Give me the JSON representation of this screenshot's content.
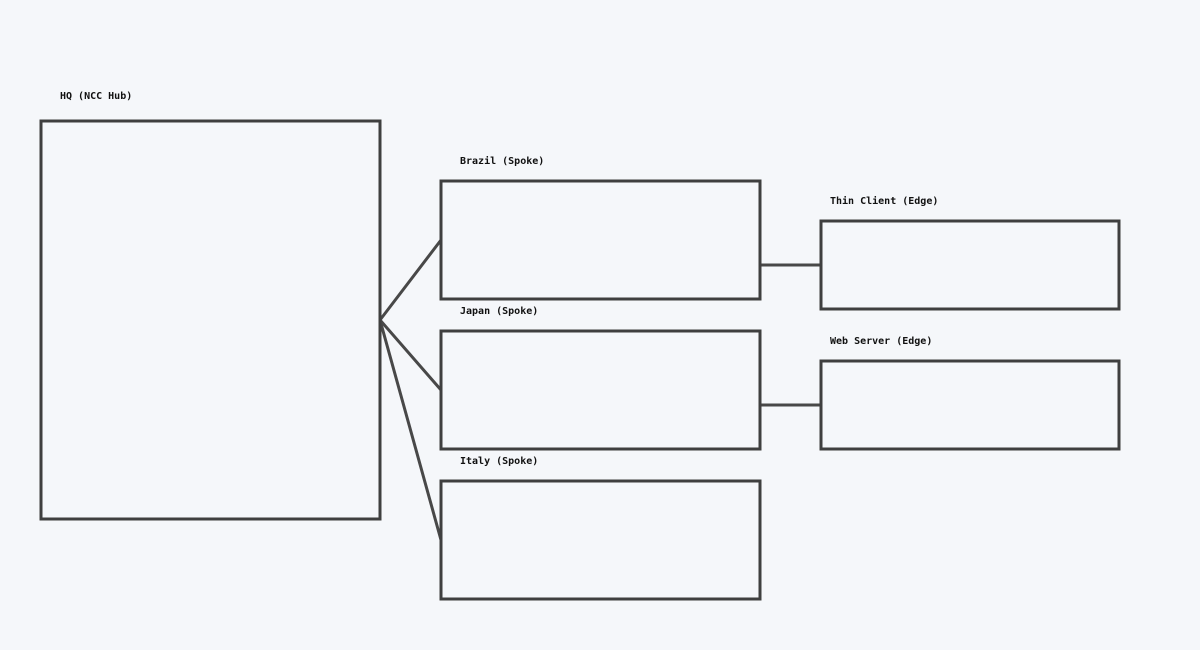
{
  "diagram": {
    "nodes": {
      "hq": {
        "label": "HQ (NCC Hub)"
      },
      "brazil": {
        "label": "Brazil (Spoke)"
      },
      "japan": {
        "label": "Japan (Spoke)"
      },
      "italy": {
        "label": "Italy (Spoke)"
      },
      "thin_client": {
        "label": "Thin Client (Edge)"
      },
      "web_server": {
        "label": "Web Server (Edge)"
      }
    },
    "links": [
      {
        "from": "hq",
        "to": "brazil"
      },
      {
        "from": "hq",
        "to": "japan"
      },
      {
        "from": "hq",
        "to": "italy"
      },
      {
        "from": "brazil",
        "to": "thin_client"
      },
      {
        "from": "japan",
        "to": "web_server"
      }
    ]
  }
}
